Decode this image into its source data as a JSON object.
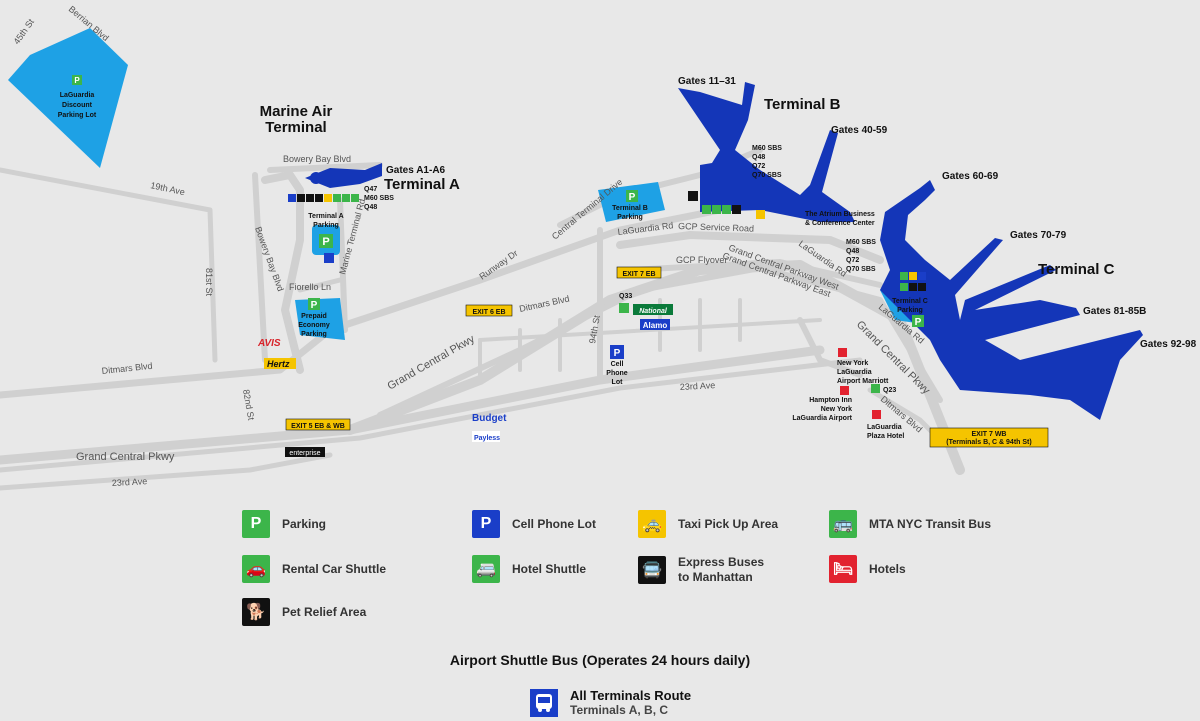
{
  "map": {
    "terminals": {
      "a": "Terminal A",
      "b": "Terminal B",
      "c": "Terminal C",
      "marine": "Marine Air\nTerminal"
    },
    "marine_line1": "Marine Air",
    "marine_line2": "Terminal",
    "gates": {
      "a": "Gates A1-A6",
      "b1": "Gates 11–31",
      "b2": "Gates 40-59",
      "c1": "Gates 60-69",
      "c2": "Gates 70-79",
      "c3": "Gates 81-85B",
      "c4": "Gates 92-98"
    },
    "parking": {
      "discount_l1": "LaGuardia",
      "discount_l2": "Discount",
      "discount_l3": "Parking Lot",
      "a_l1": "Terminal A",
      "a_l2": "Parking",
      "prepaid_l1": "Prepaid",
      "prepaid_l2": "Economy",
      "prepaid_l3": "Parking",
      "b_l1": "Terminal B",
      "b_l2": "Parking",
      "c_l1": "Terminal C",
      "c_l2": "Parking",
      "cell_l1": "Cell",
      "cell_l2": "Phone",
      "cell_l3": "Lot"
    },
    "roads": {
      "r45": "45th St",
      "berrian": "Berrian Blvd",
      "r19": "19th Ave",
      "r81": "81st St",
      "bowery_bay": "Bowery Bay Blvd",
      "bowery_bay_v": "Bowery Bay Blvd",
      "fiorello": "Fiorello Ln",
      "marine_rd": "Marine Terminal Rd",
      "ditmars_w": "Ditmars Blvd",
      "r82": "82nd St",
      "gcp_w": "Grand Central Pkwy",
      "r23": "23rd Ave",
      "gcp_mid": "Grand Central Pkwy",
      "ditmars_mid": "Ditmars Blvd",
      "runway": "Runway Dr",
      "central_term": "Central Terminal Drive",
      "laguardia_rd": "LaGuardia Rd",
      "gcp_service": "GCP Service Road",
      "gcp_flyover": "GCP Flyover",
      "gcp_west": "Grand Central Parkway West",
      "gcp_east": "Grand Central Parkway East",
      "laguardia_rd2": "LaGuardia Rd",
      "r94": "94th St",
      "r23_mid": "23rd Ave",
      "gcp_e": "Grand Central Pkwy",
      "laguardia_rd3": "LaGuardia Rd",
      "ditmars_e": "Ditmars Blvd"
    },
    "exits": {
      "e5": "EXIT 5 EB & WB",
      "e6": "EXIT 6 EB",
      "e7": "EXIT 7 EB",
      "e7wb_l1": "EXIT 7 WB",
      "e7wb_l2": "(Terminals B, C & 94th St)"
    },
    "buses": {
      "a": [
        "Q47",
        "M60 SBS",
        "Q48"
      ],
      "b": [
        "M60 SBS",
        "Q48",
        "Q72",
        "Q70 SBS"
      ],
      "c": [
        "M60 SBS",
        "Q48",
        "Q72",
        "Q70 SBS"
      ],
      "q33": "Q33",
      "q23": "Q23"
    },
    "places": {
      "atrium_l1": "The Atrium Business",
      "atrium_l2": "& Conference Center",
      "marriott_l1": "New York",
      "marriott_l2": "LaGuardia",
      "marriott_l3": "Airport Marriott",
      "hampton_l1": "Hampton Inn",
      "hampton_l2": "New York",
      "hampton_l3": "LaGuardia Airport",
      "plaza_l1": "LaGuardia",
      "plaza_l2": "Plaza Hotel"
    },
    "rentals": {
      "avis": "AVIS",
      "hertz": "Hertz",
      "national": "National",
      "alamo": "Alamo",
      "budget": "Budget",
      "payless": "Payless",
      "enterprise": "enterprise"
    }
  },
  "legend": {
    "parking": "Parking",
    "cell_phone": "Cell Phone Lot",
    "taxi": "Taxi Pick Up Area",
    "mta": "MTA NYC Transit Bus",
    "rental": "Rental Car Shuttle",
    "hotel_shuttle": "Hotel Shuttle",
    "express_l1": "Express Buses",
    "express_l2": "to Manhattan",
    "hotels": "Hotels",
    "pet": "Pet Relief Area"
  },
  "shuttle": {
    "title": "Airport Shuttle Bus (Operates 24 hours daily)",
    "route": "All Terminals Route",
    "terminals": "Terminals A, B, C"
  },
  "colors": {
    "terminal": "#1436b8",
    "parking_lot": "#1ea1e5",
    "parking_icon": "#3cb54a",
    "cell_icon": "#1a3ec8",
    "taxi": "#f5c400",
    "hotel": "#e2222f",
    "exit": "#f5c400",
    "road": "#cfcfcf"
  }
}
